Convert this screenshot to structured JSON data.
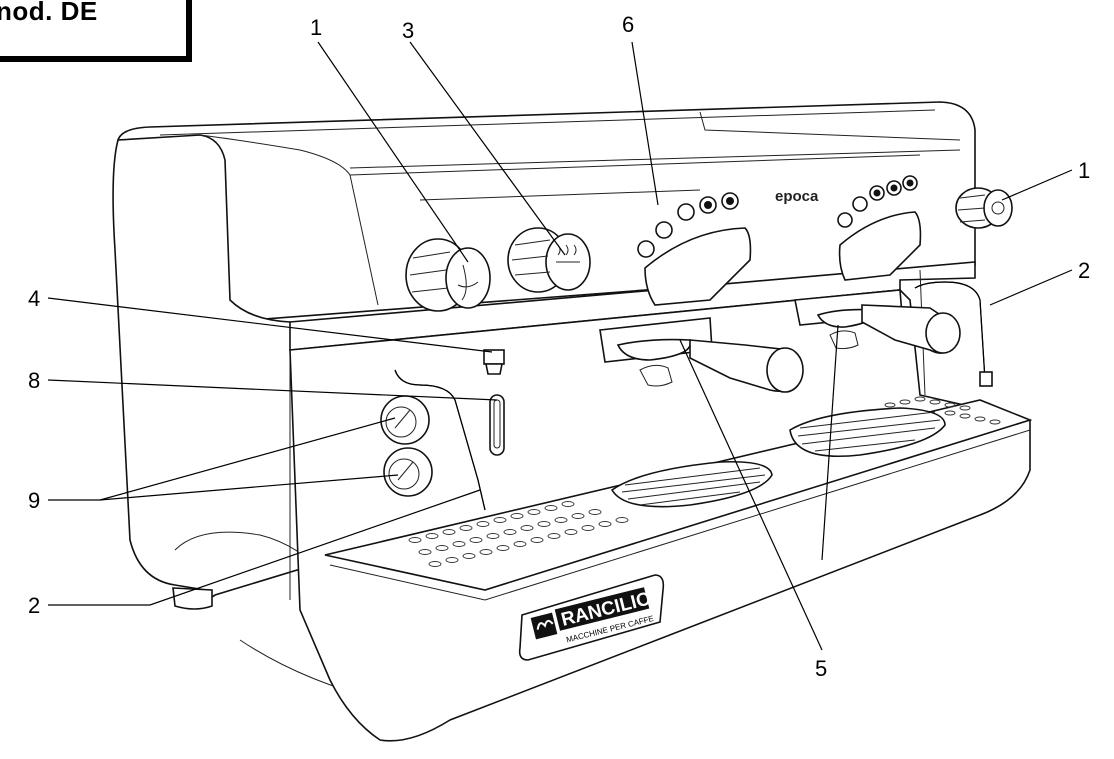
{
  "header": {
    "title": "nod. DE"
  },
  "machine": {
    "brand_label": "epoca",
    "logo": {
      "name": "RANCILIO",
      "tagline": "MACCHINE PER CAFFE"
    }
  },
  "callouts": [
    {
      "id": "c1a",
      "label": "1"
    },
    {
      "id": "c3",
      "label": "3"
    },
    {
      "id": "c6",
      "label": "6"
    },
    {
      "id": "c1b",
      "label": "1"
    },
    {
      "id": "c2a",
      "label": "2"
    },
    {
      "id": "c4",
      "label": "4"
    },
    {
      "id": "c8",
      "label": "8"
    },
    {
      "id": "c9",
      "label": "9"
    },
    {
      "id": "c2b",
      "label": "2"
    },
    {
      "id": "c5",
      "label": "5"
    }
  ]
}
